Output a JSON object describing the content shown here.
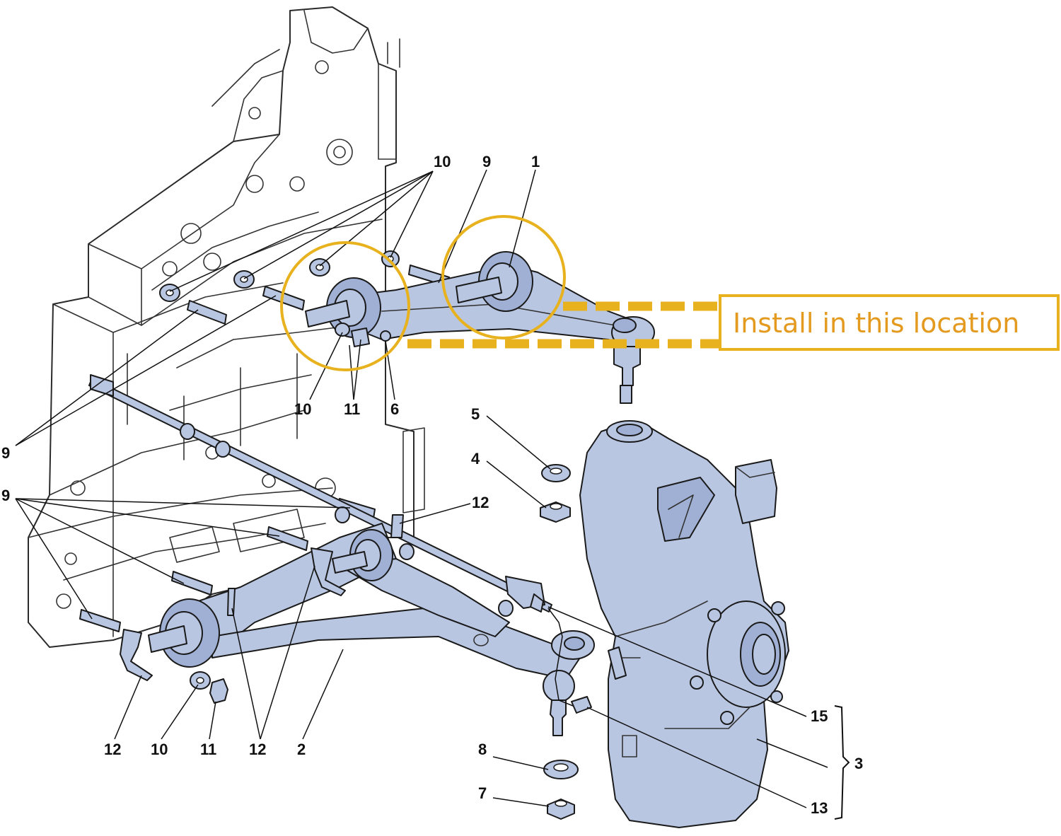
{
  "callout": {
    "text": "Install in this location",
    "color": "#E39A1E",
    "highlight_color": "#E8B21E"
  },
  "colors": {
    "part_fill": "#B9C6E2",
    "line": "#1a1a1a",
    "background": "#ffffff"
  },
  "labels": [
    {
      "id": "l10a",
      "text": "10"
    },
    {
      "id": "l9a",
      "text": "9"
    },
    {
      "id": "l1",
      "text": "1"
    },
    {
      "id": "l10b",
      "text": "10"
    },
    {
      "id": "l11a",
      "text": "11"
    },
    {
      "id": "l6",
      "text": "6"
    },
    {
      "id": "l9b",
      "text": "9"
    },
    {
      "id": "l5",
      "text": "5"
    },
    {
      "id": "l4",
      "text": "4"
    },
    {
      "id": "l9c",
      "text": "9"
    },
    {
      "id": "l12a",
      "text": "12"
    },
    {
      "id": "l15",
      "text": "15"
    },
    {
      "id": "l3",
      "text": "3"
    },
    {
      "id": "l12b",
      "text": "12"
    },
    {
      "id": "l10c",
      "text": "10"
    },
    {
      "id": "l11b",
      "text": "11"
    },
    {
      "id": "l12c",
      "text": "12"
    },
    {
      "id": "l2",
      "text": "2"
    },
    {
      "id": "l8",
      "text": "8"
    },
    {
      "id": "l7",
      "text": "7"
    },
    {
      "id": "l13",
      "text": "13"
    }
  ]
}
